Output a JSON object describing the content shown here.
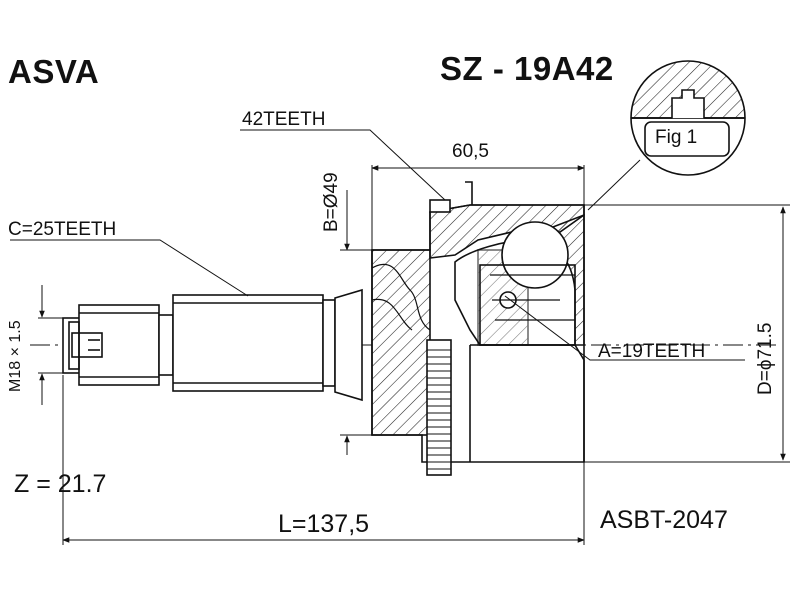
{
  "header": {
    "brand": "ASVA",
    "part_number": "SZ - 19A42"
  },
  "labels": {
    "outer_teeth": "42TEETH",
    "stem_teeth": "C=25TEETH",
    "inner_teeth": "A=19TEETH",
    "thread": "M18 × 1.5",
    "seal_diameter": "B=Ø49",
    "outer_diameter": "D=ϕ71.5",
    "housing_length": "60,5",
    "total_length": "L=137,5",
    "z_value": "Z = 21.7",
    "cross_ref": "ASBT-2047",
    "fig": "Fig 1"
  },
  "colors": {
    "line": "#111111",
    "hatch": "#222222",
    "background": "#ffffff"
  }
}
